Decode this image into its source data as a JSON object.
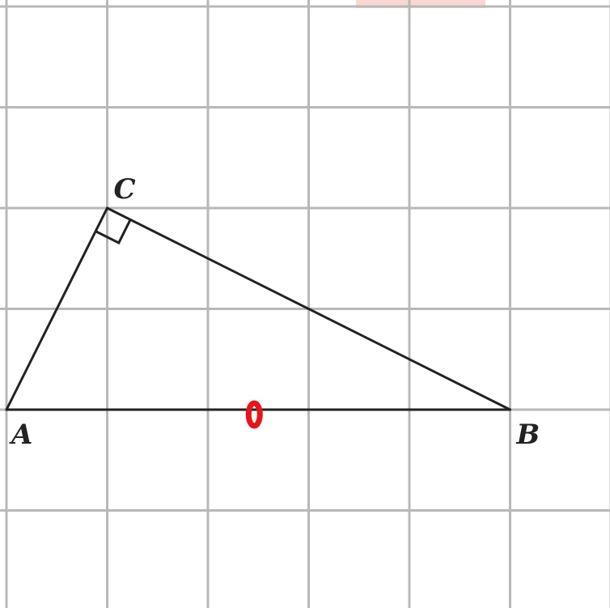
{
  "grid": {
    "cols": 6,
    "rows": 6,
    "line_color": "#b8b8b8"
  },
  "triangle": {
    "vertices": [
      {
        "name": "A",
        "gx": 0,
        "gy": 4
      },
      {
        "name": "B",
        "gx": 5,
        "gy": 4
      },
      {
        "name": "C",
        "gx": 1,
        "gy": 2
      }
    ],
    "right_angle_at": "C",
    "stroke_color": "#222222"
  },
  "labels": {
    "a": "A",
    "b": "B",
    "c": "C"
  },
  "marker": {
    "color": "#e8141a",
    "on_segment": "AB",
    "gx": 2.5,
    "gy": 4
  }
}
